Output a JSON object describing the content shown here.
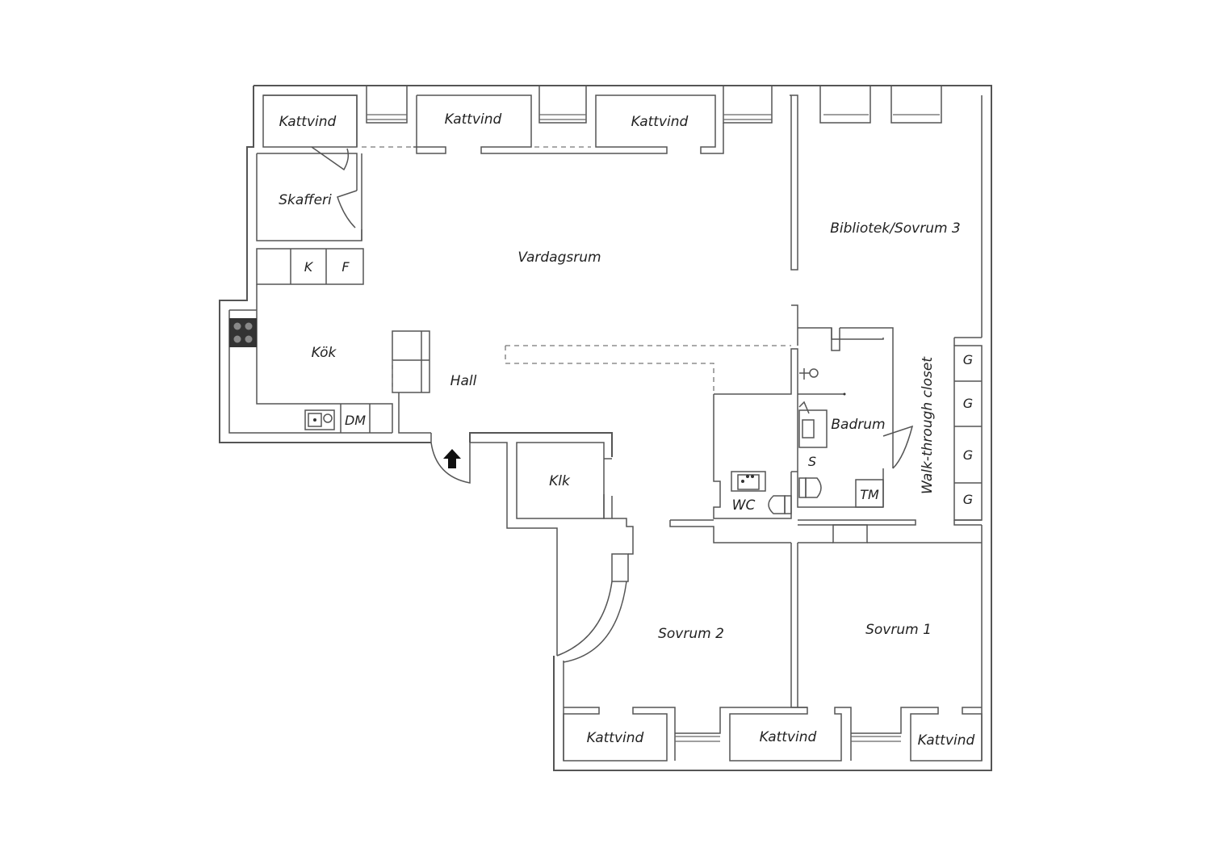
{
  "rooms": {
    "kattvind_top_1": "Kattvind",
    "kattvind_top_2": "Kattvind",
    "kattvind_top_3": "Kattvind",
    "skafferi": "Skafferi",
    "vardagsrum": "Vardagsrum",
    "bibliotek": "Bibliotek/Sovrum 3",
    "kok": "Kök",
    "hall": "Hall",
    "klk": "Klk",
    "badrum": "Badrum",
    "walk_through": "Walk-through closet",
    "wc": "WC",
    "sovrum_2": "Sovrum 2",
    "sovrum_1": "Sovrum 1",
    "kattvind_bottom_1": "Kattvind",
    "kattvind_bottom_2": "Kattvind",
    "kattvind_bottom_3": "Kattvind"
  },
  "fixtures": {
    "k": "K",
    "f": "F",
    "dm": "DM",
    "s": "S",
    "tm": "TM",
    "g1": "G",
    "g2": "G",
    "g3": "G",
    "g4": "G"
  },
  "icons": {
    "entrance": "entrance-arrow-icon",
    "stove": "stove-icon",
    "sink": "sink-icon",
    "toilet": "toilet-icon",
    "shower": "shower-icon"
  },
  "colors": {
    "wall": "#555555",
    "text": "#222222",
    "background": "#ffffff"
  }
}
